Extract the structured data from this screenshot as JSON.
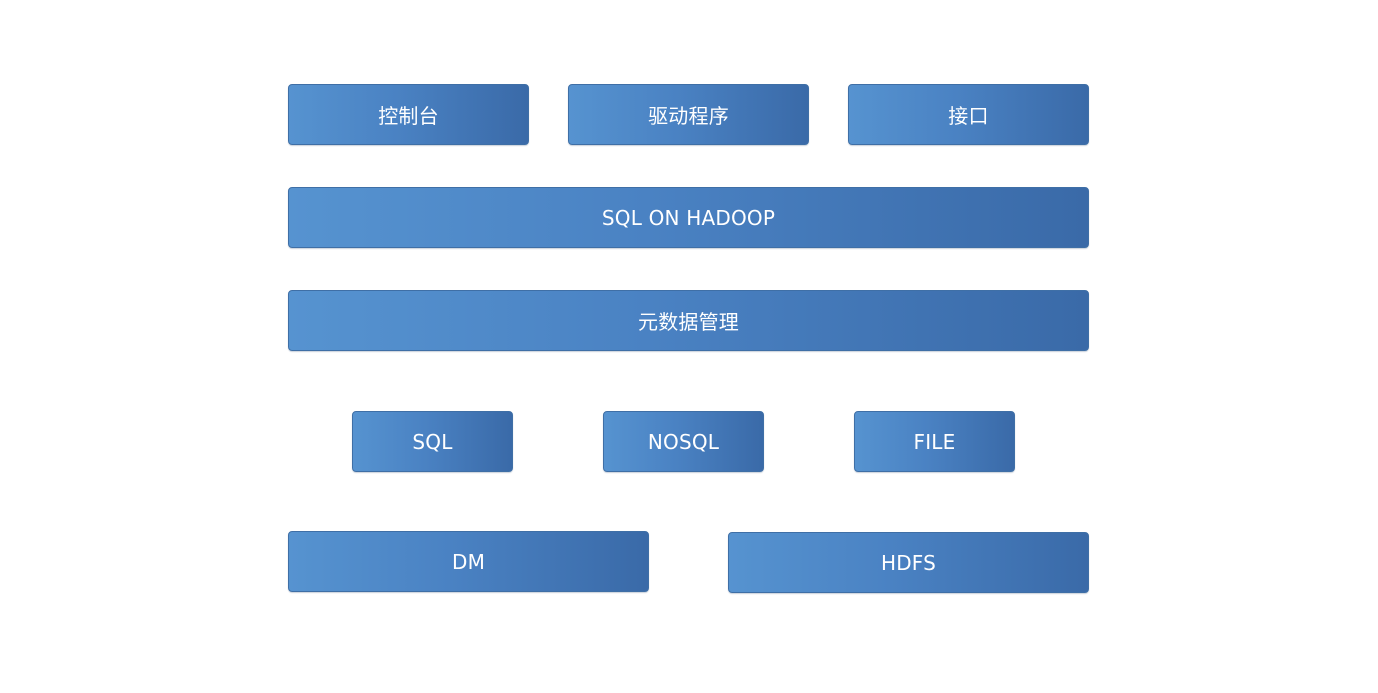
{
  "diagram": {
    "row1": {
      "console": "控制台",
      "driver": "驱动程序",
      "interface": "接口"
    },
    "row2": {
      "sql_on_hadoop": "SQL ON HADOOP"
    },
    "row3": {
      "metadata": "元数据管理"
    },
    "row4": {
      "sql": "SQL",
      "nosql": "NOSQL",
      "file": "FILE"
    },
    "row5": {
      "dm": "DM",
      "hdfs": "HDFS"
    }
  },
  "colors": {
    "box_gradient_start": "#5693d0",
    "box_gradient_end": "#3a6aa8",
    "box_text": "#ffffff",
    "background": "#ffffff"
  }
}
